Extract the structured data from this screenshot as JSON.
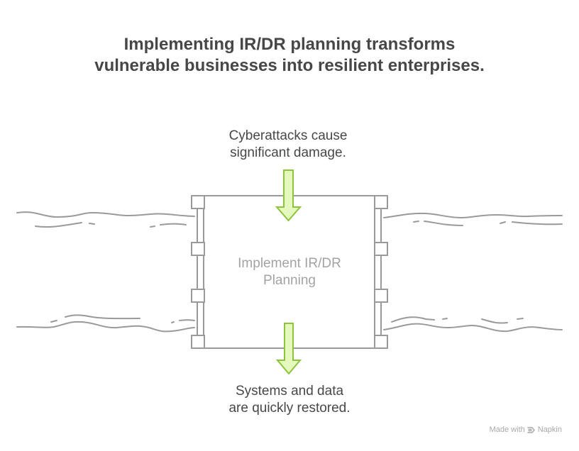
{
  "title": {
    "line1": "Implementing IR/DR planning transforms",
    "line2": "vulnerable businesses into resilient enterprises."
  },
  "input": {
    "line1": "Cyberattacks cause",
    "line2": "significant damage."
  },
  "process": {
    "line1": "Implement IR/DR",
    "line2": "Planning"
  },
  "output": {
    "line1": "Systems and data",
    "line2": "are quickly restored."
  },
  "watermark": {
    "prefix": "Made with",
    "logo_icon": "napkin-logo-icon",
    "brand": "Napkin"
  },
  "colors": {
    "arrow_fill": "#e5f8be",
    "arrow_stroke": "#8cc43c",
    "line": "#9a9a9a",
    "title_text": "#474747",
    "body_text": "#484848",
    "process_text": "#a3a3a3"
  }
}
